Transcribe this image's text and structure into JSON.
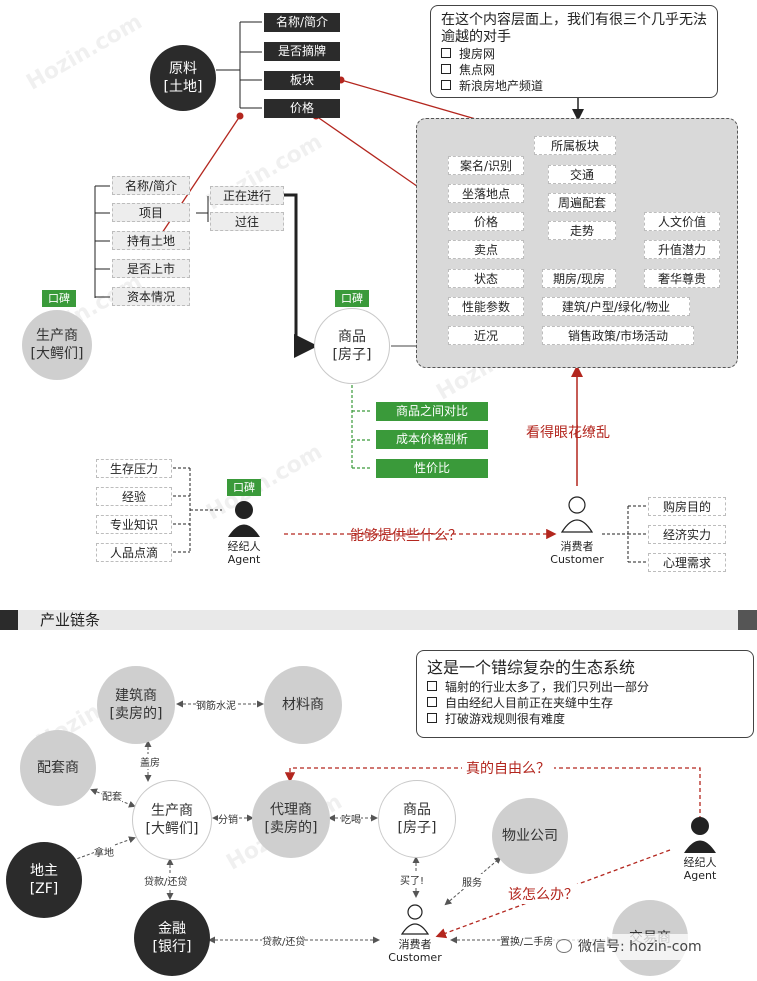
{
  "upper": {
    "raw_material": {
      "line1": "原料",
      "line2": "[土地]"
    },
    "raw_attrs": [
      "名称/简介",
      "是否摘牌",
      "板块",
      "价格"
    ],
    "note": {
      "title": "在这个内容层面上，我们有很三个几乎无法逾越的对手",
      "items": [
        "搜房网",
        "焦点网",
        "新浪房地产频道"
      ]
    },
    "developer_attrs": [
      "名称/简介",
      "项目",
      "持有土地",
      "是否上市",
      "资本情况"
    ],
    "project_status": [
      "正在进行",
      "过往"
    ],
    "koubei": "口碑",
    "developer": {
      "line1": "生产商",
      "line2": "[大鳄们]"
    },
    "product": {
      "line1": "商品",
      "line2": "[房子]"
    },
    "product_attrs": [
      "案名/识别",
      "坐落地点",
      "价格",
      "卖点",
      "状态",
      "性能参数",
      "近况"
    ],
    "location_details": [
      "所属板块",
      "交通",
      "周遍配套"
    ],
    "price_detail": "走势",
    "selling_points": [
      "人文价值",
      "升值潜力",
      "奢华尊贵"
    ],
    "status_detail": "期房/现房",
    "perf_detail": "建筑/户型/绿化/物业",
    "recent_detail": "销售政策/市场活动",
    "green_services": [
      "商品之间对比",
      "成本价格剖析",
      "性价比"
    ],
    "dazzle_text": "看得眼花缭乱",
    "agent_qualities": [
      "生存压力",
      "经验",
      "专业知识",
      "人品点滴"
    ],
    "agent": {
      "line1": "经纪人",
      "line2": "Agent"
    },
    "offer_text": "能够提供些什么？",
    "customer": {
      "line1": "消费者",
      "line2": "Customer"
    },
    "customer_attrs": [
      "购房目的",
      "经济实力",
      "心理需求"
    ]
  },
  "section_title": "产业链条",
  "lower": {
    "note": {
      "title": "这是一个错综复杂的生态系统",
      "items": [
        "辐射的行业太多了，我们只列出一部分",
        "自由经纪人目前正在夹缝中生存",
        "打破游戏规则很有难度"
      ]
    },
    "builder": {
      "line1": "建筑商",
      "line2": "[卖房的]"
    },
    "materials": "材料商",
    "supporting": "配套商",
    "developer": {
      "line1": "生产商",
      "line2": "[大鳄们]"
    },
    "agency": {
      "line1": "代理商",
      "line2": "[卖房的]"
    },
    "product": {
      "line1": "商品",
      "line2": "[房子]"
    },
    "property": "物业公司",
    "landlord": {
      "line1": "地主",
      "line2": "[ZF]"
    },
    "finance": {
      "line1": "金融",
      "line2": "[银行]"
    },
    "customer": {
      "line1": "消费者",
      "line2": "Customer"
    },
    "trade": "交易商",
    "agent": {
      "line1": "经纪人",
      "line2": "Agent"
    },
    "labels": {
      "steel": "钢筋水泥",
      "build": "盖房",
      "support": "配套",
      "distribute": "分销",
      "tiehe": "吃喝",
      "land": "拿地",
      "loan1": "贷款/还贷",
      "loan2": "贷款/还贷",
      "buy": "买了!",
      "service": "服务",
      "swap": "置换/二手房"
    },
    "freedom_text": "真的自由么？",
    "howto_text": "该怎么办？",
    "wechat": "微信号: hozin-com"
  },
  "watermark": "Hozin.com"
}
